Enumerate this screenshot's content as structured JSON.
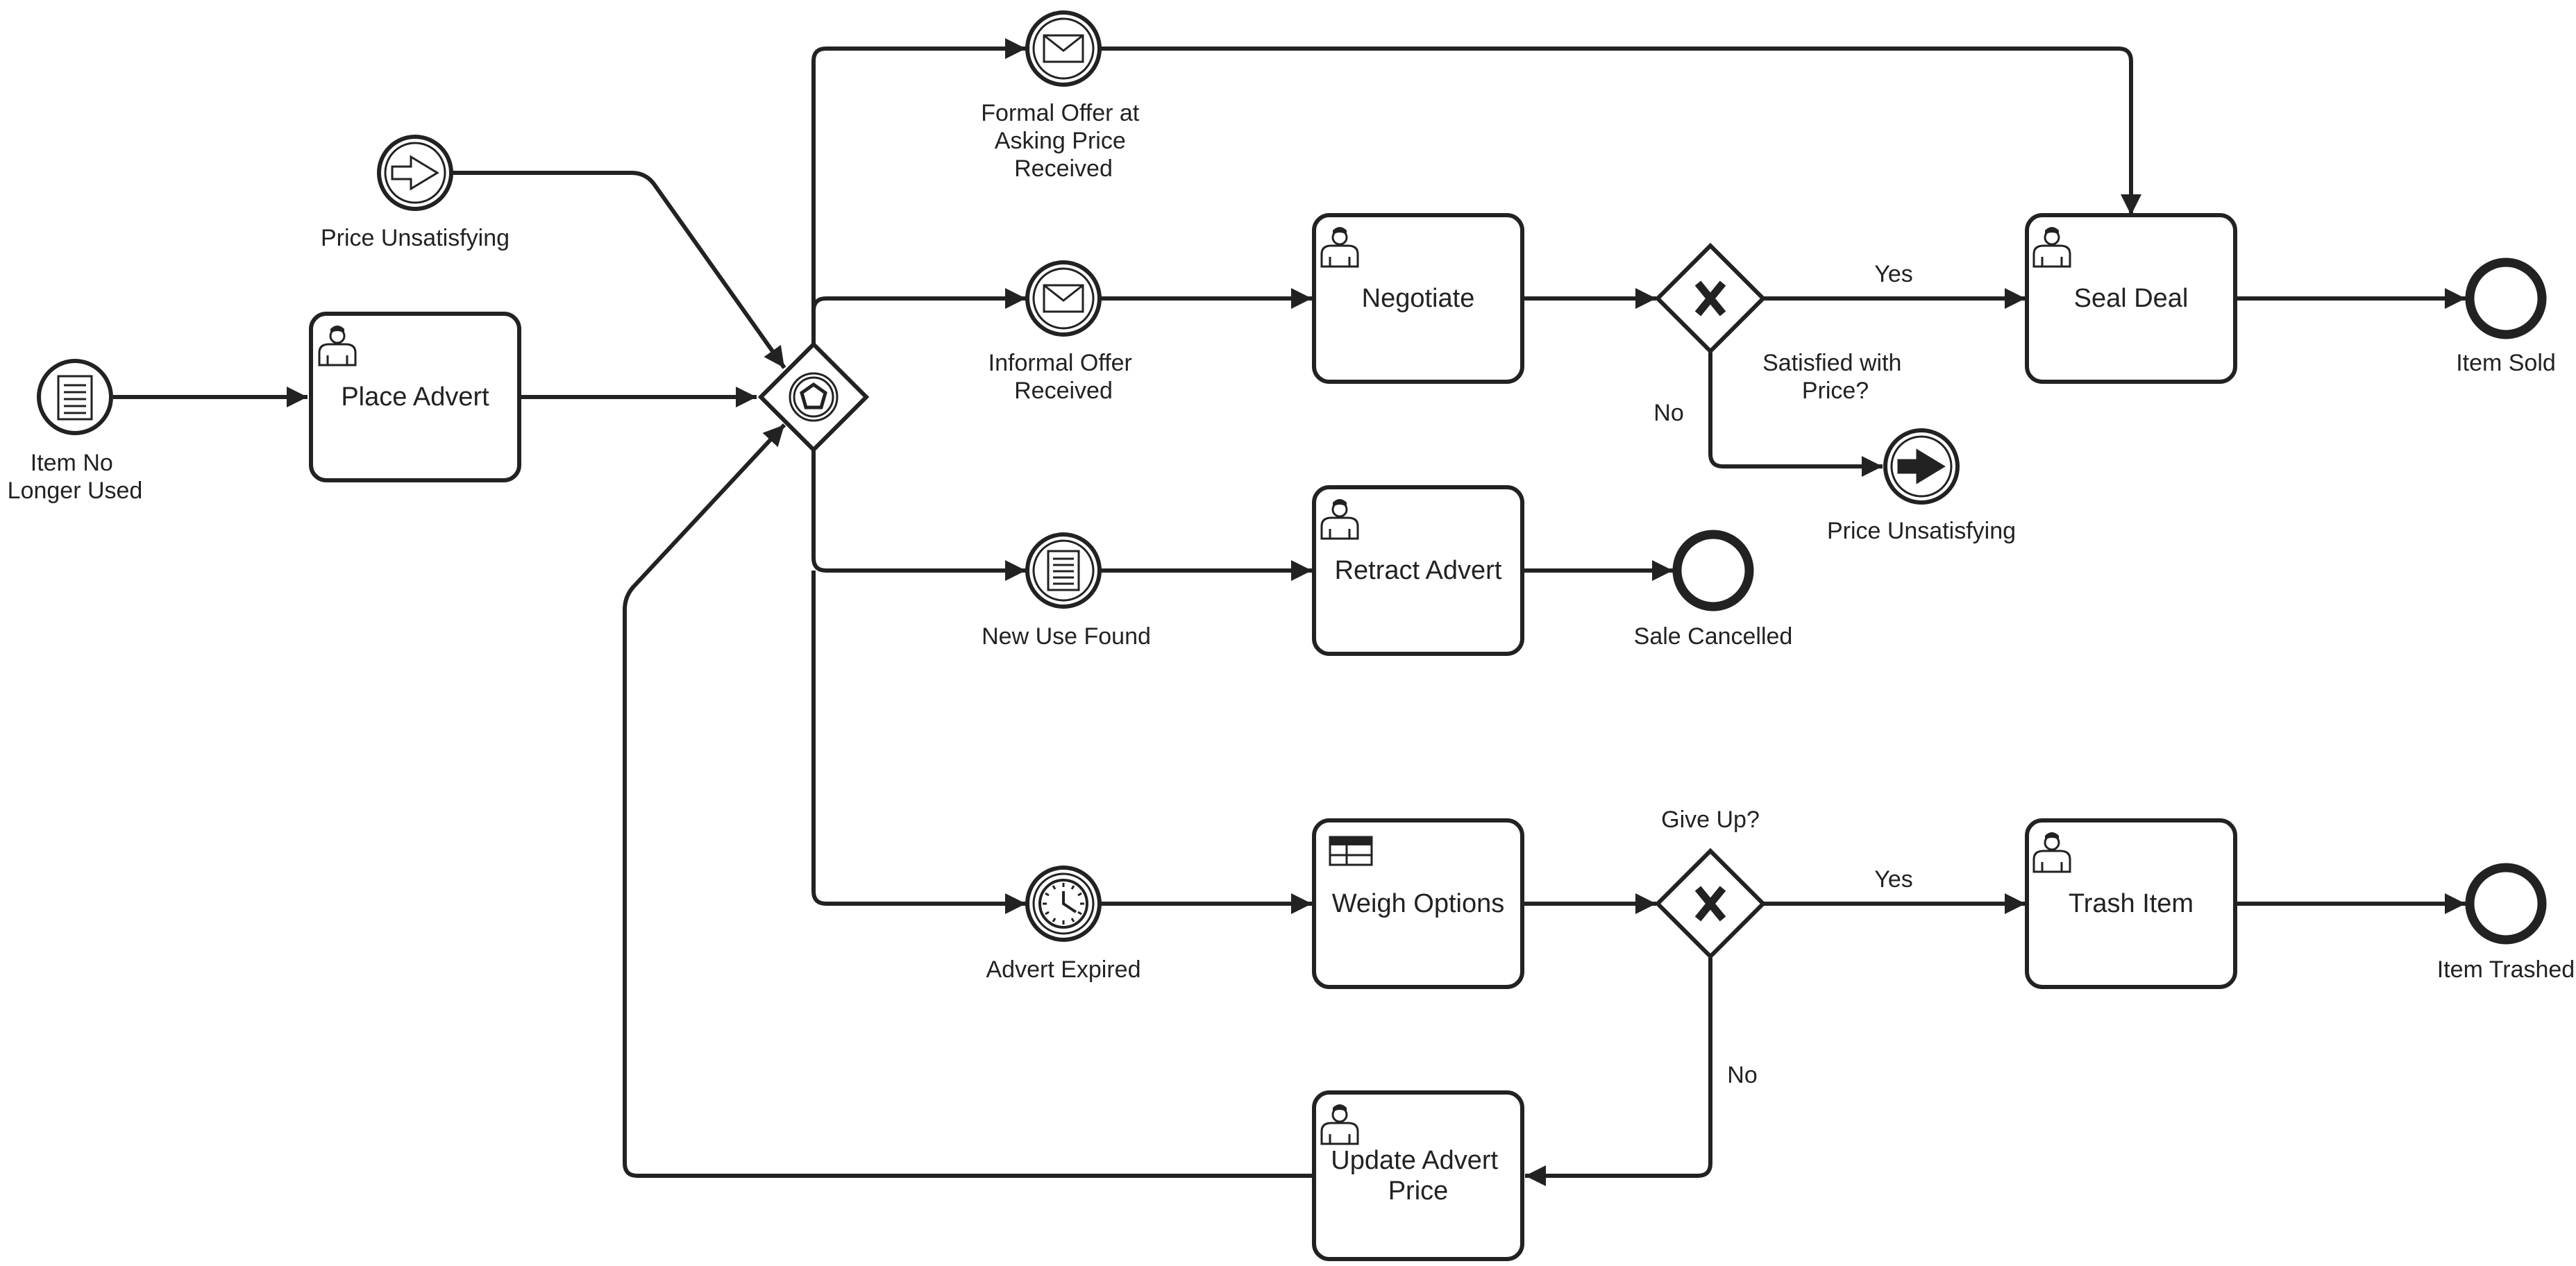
{
  "start_event": {
    "label": [
      "Item No",
      "Longer Used"
    ],
    "icon": "document-icon"
  },
  "tasks": {
    "place_advert": {
      "label": [
        "Place Advert"
      ],
      "icon": "user-icon"
    },
    "negotiate": {
      "label": [
        "Negotiate"
      ],
      "icon": "user-icon"
    },
    "seal_deal": {
      "label": [
        "Seal Deal"
      ],
      "icon": "user-icon"
    },
    "retract_advert": {
      "label": [
        "Retract Advert"
      ],
      "icon": "user-icon"
    },
    "weigh_options": {
      "label": [
        "Weigh Options"
      ],
      "icon": "table-icon"
    },
    "trash_item": {
      "label": [
        "Trash Item"
      ],
      "icon": "user-icon"
    },
    "update_advert_price": {
      "label": [
        "Update Advert",
        "Price"
      ],
      "icon": "user-icon"
    }
  },
  "events": {
    "price_unsatisfying_catch": {
      "label": [
        "Price Unsatisfying"
      ],
      "icon": "signal-arrow-icon"
    },
    "formal_offer": {
      "label": [
        "Formal Offer at",
        "Asking Price",
        "Received"
      ],
      "icon": "envelope-icon"
    },
    "informal_offer": {
      "label": [
        "Informal Offer",
        "Received"
      ],
      "icon": "envelope-icon"
    },
    "new_use_found": {
      "label": [
        "New Use Found"
      ],
      "icon": "document-icon"
    },
    "advert_expired": {
      "label": [
        "Advert Expired"
      ],
      "icon": "clock-icon"
    },
    "price_unsatisfying_throw": {
      "label": [
        "Price Unsatisfying"
      ],
      "icon": "signal-arrow-filled-icon"
    }
  },
  "end_events": {
    "item_sold": {
      "label": [
        "Item Sold"
      ]
    },
    "sale_cancelled": {
      "label": [
        "Sale Cancelled"
      ]
    },
    "item_trashed": {
      "label": [
        "Item Trashed"
      ]
    }
  },
  "gateways": {
    "event_based": {
      "icon": "pentagon-icon"
    },
    "satisfied": {
      "label": [
        "Satisfied with",
        "Price?"
      ],
      "icon": "x-icon"
    },
    "give_up": {
      "label": [
        "Give Up?"
      ],
      "icon": "x-icon"
    }
  },
  "flow_labels": {
    "satisfied_yes": "Yes",
    "satisfied_no": "No",
    "giveup_yes": "Yes",
    "giveup_no": "No"
  }
}
